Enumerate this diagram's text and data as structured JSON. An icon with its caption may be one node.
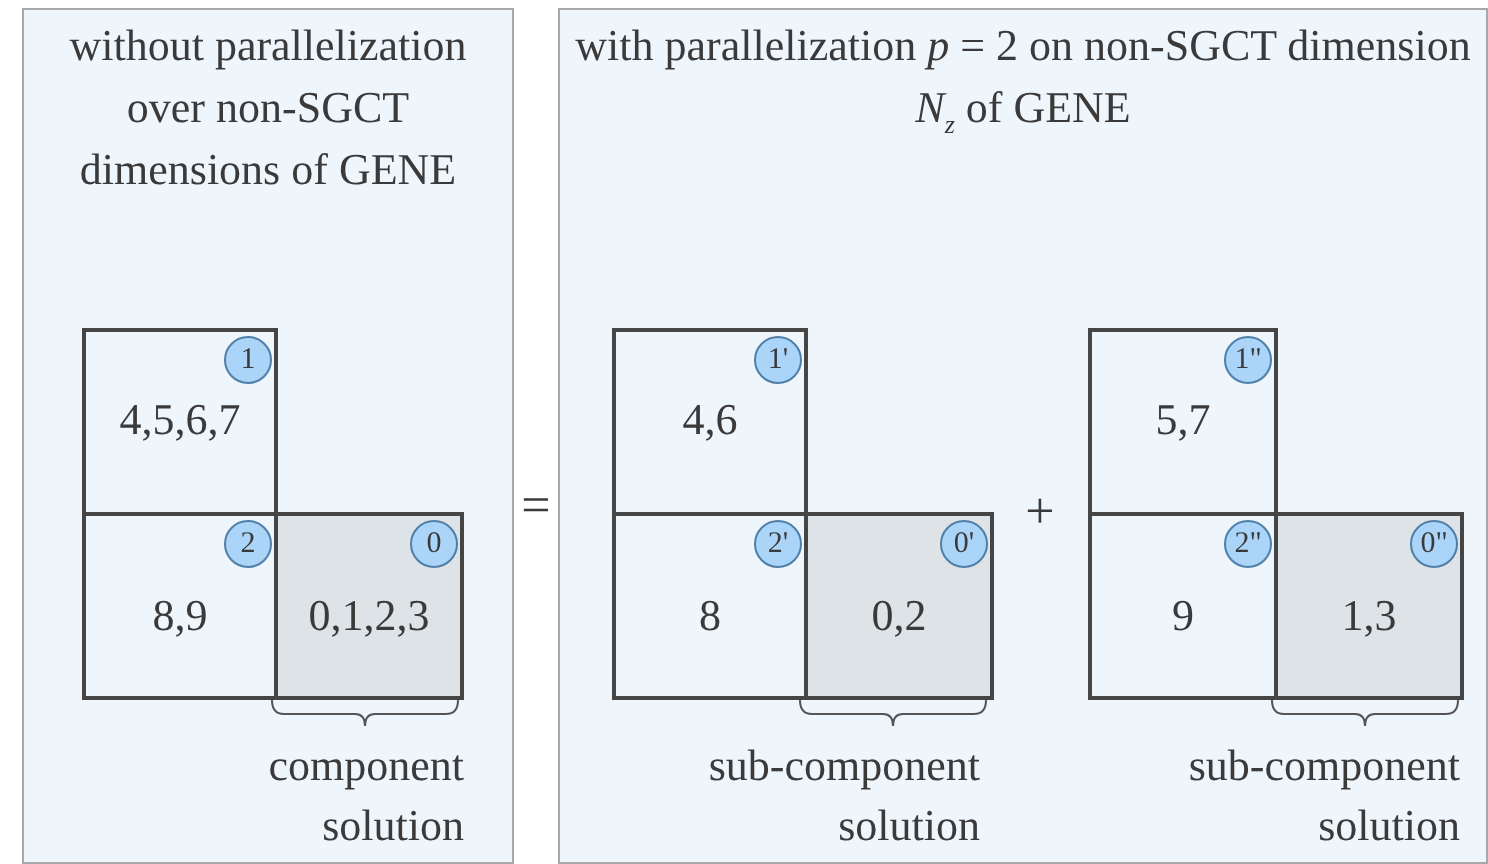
{
  "diagram": {
    "nodes": [
      {
        "text": [
          "without parallelization over non-SGCT dimensions of GENE"
        ]
      },
      {
        "text": [
          "4,5,6,7"
        ],
        "in": 0
      },
      {
        "text": [
          "1"
        ],
        "in": 1
      },
      {
        "text": [
          "8,9"
        ],
        "in": 0
      },
      {
        "text": [
          "2"
        ],
        "in": 3
      },
      {
        "text": [
          "0,1,2,3"
        ],
        "in": 0
      },
      {
        "text": [
          "0"
        ],
        "in": 5
      },
      {
        "text": [
          "with parallelization *p* = 2 on non-SGCT dimension *N*$_{z}$ of GENE"
        ]
      },
      {
        "text": [
          "4,6"
        ],
        "in": 7
      },
      {
        "text": [
          "1'"
        ],
        "in": 8
      },
      {
        "text": [
          "8"
        ],
        "in": 7
      },
      {
        "text": [
          "2'"
        ],
        "in": 10
      },
      {
        "text": [
          "0,2"
        ],
        "in": 7
      },
      {
        "text": [
          "0'"
        ],
        "in": 12
      },
      {
        "text": [
          "5,7"
        ],
        "in": 7
      },
      {
        "text": [
          "1\""
        ],
        "in": 14
      },
      {
        "text": [
          "9"
        ],
        "in": 7
      },
      {
        "text": [
          "2\""
        ],
        "in": 16
      },
      {
        "text": [
          "1,3"
        ],
        "in": 7
      },
      {
        "text": [
          "0\""
        ],
        "in": 18
      }
    ],
    "labels": [
      "=",
      "+",
      "component solution",
      "sub-component solution",
      "sub-component solution"
    ]
  }
}
